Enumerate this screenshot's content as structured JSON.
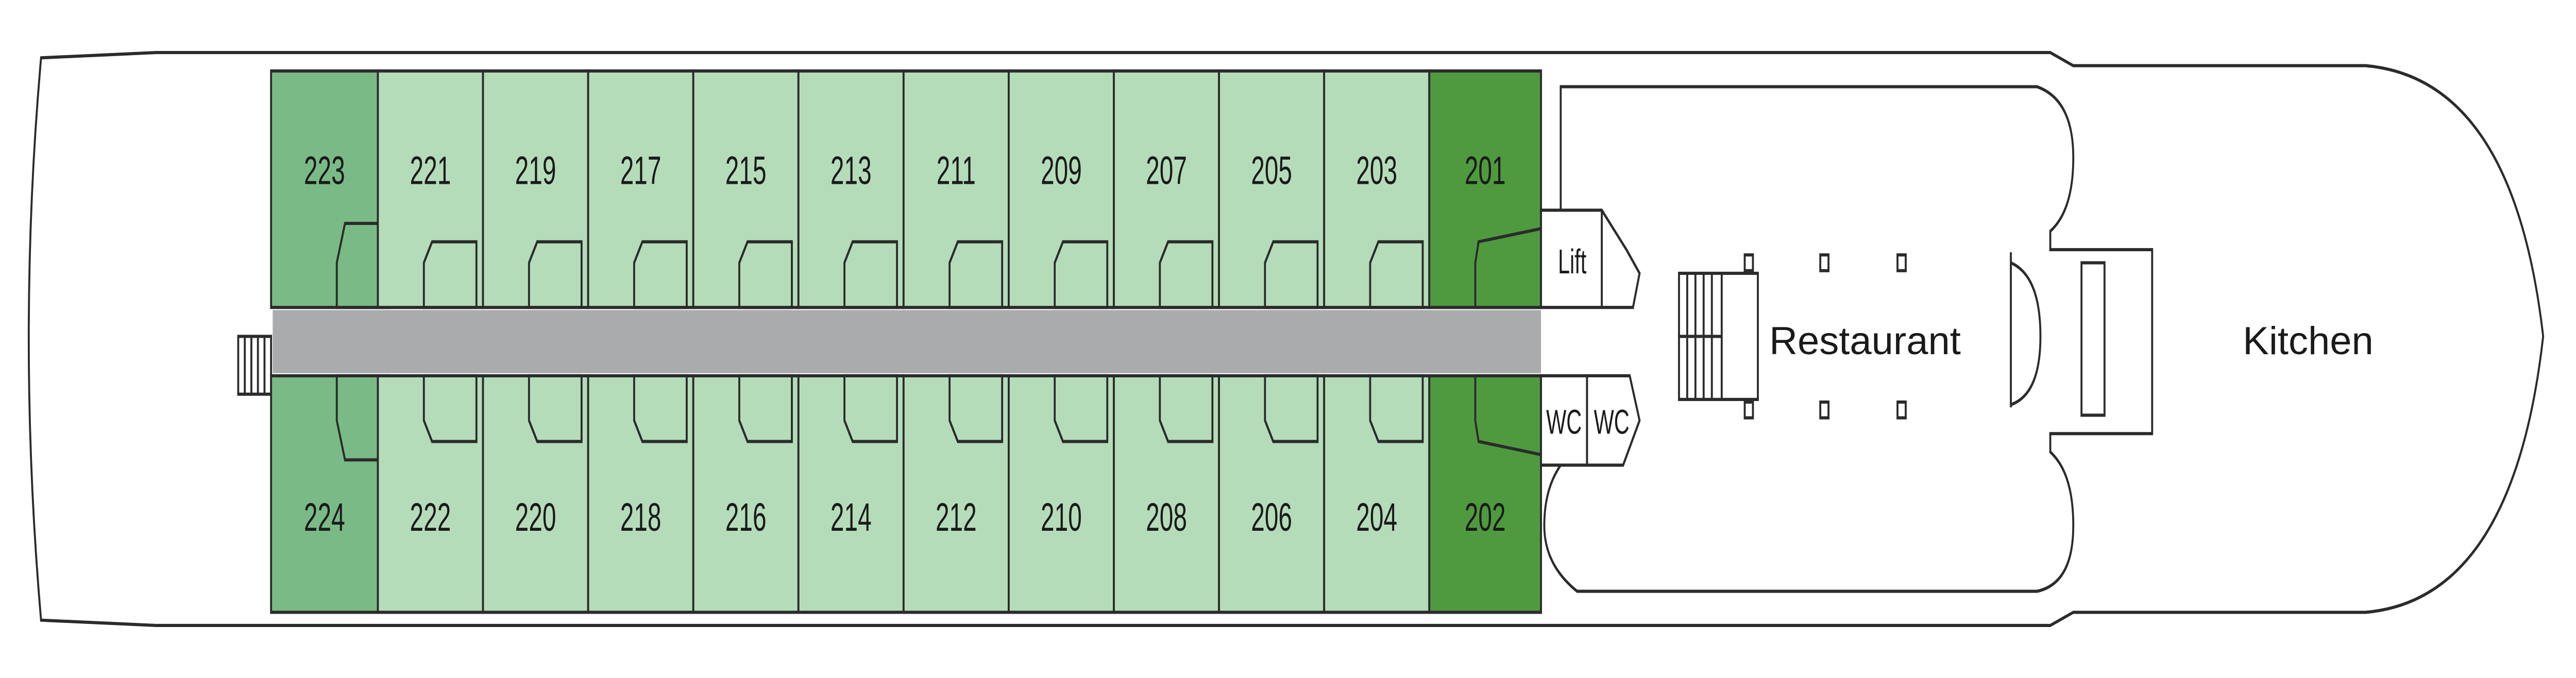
{
  "colors": {
    "hull": "#a9abad",
    "cabin_standard": "#b5dcb9",
    "cabin_medium": "#7aba86",
    "cabin_dark": "#4f9a3f",
    "outline": "#2b2b2b"
  },
  "cabins_top": [
    {
      "label": "223",
      "category": "medium"
    },
    {
      "label": "221",
      "category": "standard"
    },
    {
      "label": "219",
      "category": "standard"
    },
    {
      "label": "217",
      "category": "standard"
    },
    {
      "label": "215",
      "category": "standard"
    },
    {
      "label": "213",
      "category": "standard"
    },
    {
      "label": "211",
      "category": "standard"
    },
    {
      "label": "209",
      "category": "standard"
    },
    {
      "label": "207",
      "category": "standard"
    },
    {
      "label": "205",
      "category": "standard"
    },
    {
      "label": "203",
      "category": "standard"
    },
    {
      "label": "201",
      "category": "dark"
    }
  ],
  "cabins_bottom": [
    {
      "label": "224",
      "category": "medium"
    },
    {
      "label": "222",
      "category": "standard"
    },
    {
      "label": "220",
      "category": "standard"
    },
    {
      "label": "218",
      "category": "standard"
    },
    {
      "label": "216",
      "category": "standard"
    },
    {
      "label": "214",
      "category": "standard"
    },
    {
      "label": "212",
      "category": "standard"
    },
    {
      "label": "210",
      "category": "standard"
    },
    {
      "label": "208",
      "category": "standard"
    },
    {
      "label": "206",
      "category": "standard"
    },
    {
      "label": "204",
      "category": "standard"
    },
    {
      "label": "202",
      "category": "dark"
    }
  ],
  "facilities": {
    "lift": "Lift",
    "wc1": "WC",
    "wc2": "WC",
    "restaurant": "Restaurant",
    "kitchen": "Kitchen"
  }
}
